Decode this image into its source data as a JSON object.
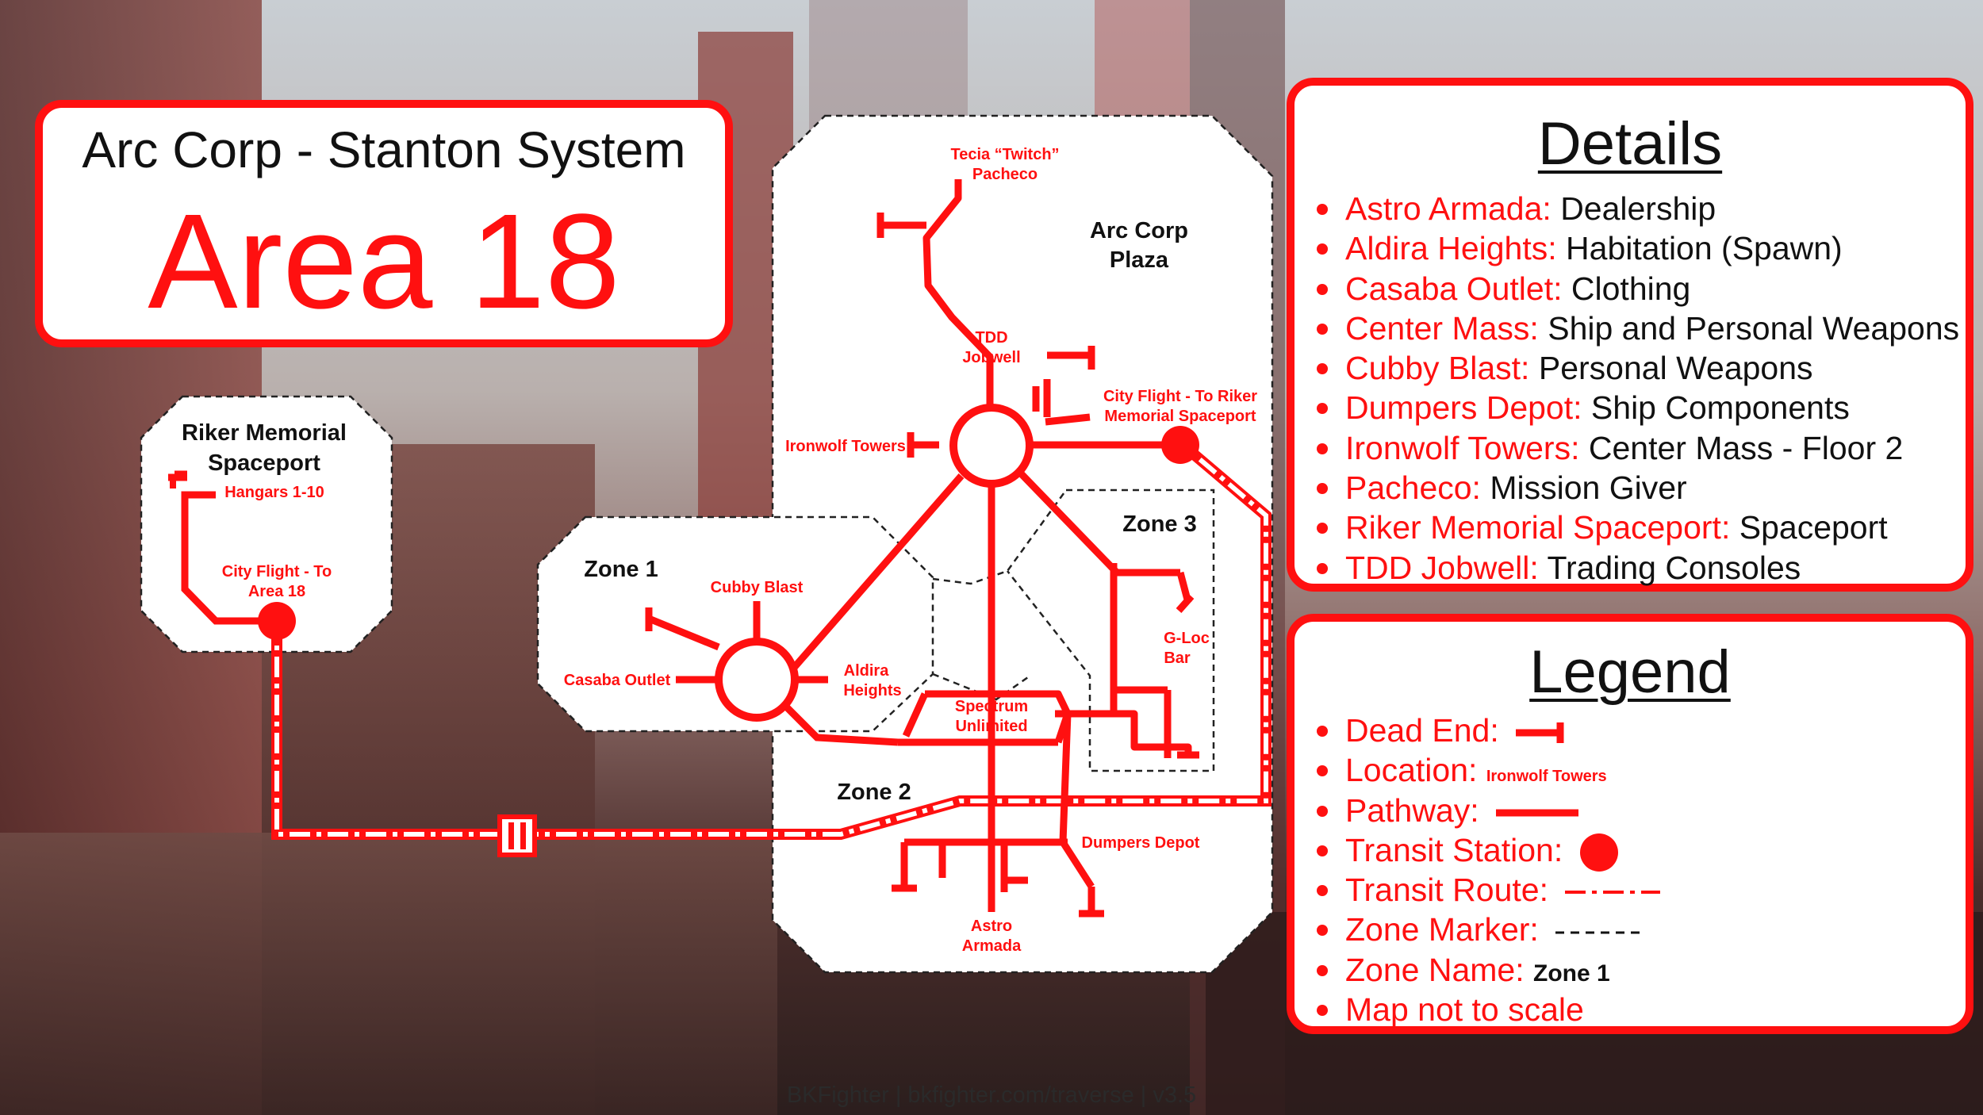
{
  "title": {
    "system": "Arc Corp - Stanton System",
    "area": "Area 18"
  },
  "details": {
    "heading": "Details",
    "items": [
      {
        "name": "Astro Armada:",
        "desc": "Dealership"
      },
      {
        "name": "Aldira Heights:",
        "desc": "Habitation (Spawn)"
      },
      {
        "name": "Casaba Outlet:",
        "desc": "Clothing"
      },
      {
        "name": "Center Mass:",
        "desc": "Ship and Personal Weapons"
      },
      {
        "name": "Cubby Blast:",
        "desc": "Personal Weapons"
      },
      {
        "name": "Dumpers Depot:",
        "desc": "Ship Components"
      },
      {
        "name": "Ironwolf Towers:",
        "desc": "Center Mass - Floor 2"
      },
      {
        "name": "Pacheco:",
        "desc": "Mission Giver"
      },
      {
        "name": "Riker Memorial Spaceport:",
        "desc": "Spaceport"
      },
      {
        "name": "TDD Jobwell:",
        "desc": "Trading Consoles"
      }
    ]
  },
  "legend": {
    "heading": "Legend",
    "dead_end": "Dead End:",
    "location": "Location:",
    "location_sample": "Ironwolf Towers",
    "pathway": "Pathway:",
    "transit_station": "Transit Station:",
    "transit_route": "Transit Route:",
    "zone_marker": "Zone Marker:",
    "zone_name": "Zone Name:",
    "zone_name_sample": "Zone 1",
    "scale_note": "Map not to scale"
  },
  "map": {
    "riker_title_1": "Riker Memorial",
    "riker_title_2": "Spaceport",
    "hangars": "Hangars 1-10",
    "riker_city_flight_1": "City Flight - To",
    "riker_city_flight_2": "Area 18",
    "pacheco_1": "Tecia “Twitch”",
    "pacheco_2": "Pacheco",
    "plaza_1": "Arc Corp",
    "plaza_2": "Plaza",
    "tdd_1": "TDD",
    "tdd_2": "Jobwell",
    "city_flight_riker_1": "City Flight - To Riker",
    "city_flight_riker_2": "Memorial Spaceport",
    "ironwolf": "Ironwolf Towers",
    "zone1": "Zone 1",
    "zone2": "Zone 2",
    "zone3": "Zone 3",
    "cubby": "Cubby Blast",
    "casaba": "Casaba Outlet",
    "aldira_1": "Aldira",
    "aldira_2": "Heights",
    "spectrum_1": "Spectrum",
    "spectrum_2": "Unlimited",
    "gloc_1": "G-Loc",
    "gloc_2": "Bar",
    "dumpers": "Dumpers Depot",
    "astro_1": "Astro",
    "astro_2": "Armada"
  },
  "footer": "BKFighter | bkfighter.com/traverse | v3.5",
  "colors": {
    "accent": "#ff1010",
    "panel": "#ffffff",
    "text": "#111111"
  }
}
